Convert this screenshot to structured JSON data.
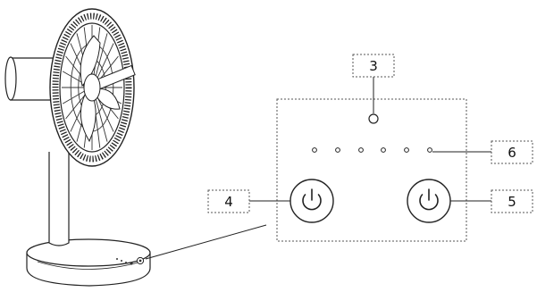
{
  "callouts": {
    "c3": "3",
    "c4": "4",
    "c5": "5",
    "c6": "6"
  },
  "colors": {
    "line": "#222222",
    "dashed": "#555555",
    "background": "#ffffff"
  },
  "icons": {
    "fan": "desk-fan",
    "power_left": "power-button-icon",
    "power_right": "power-button-icon",
    "indicator": "indicator-light-icon",
    "speed_leds": "led-dot-icon"
  }
}
